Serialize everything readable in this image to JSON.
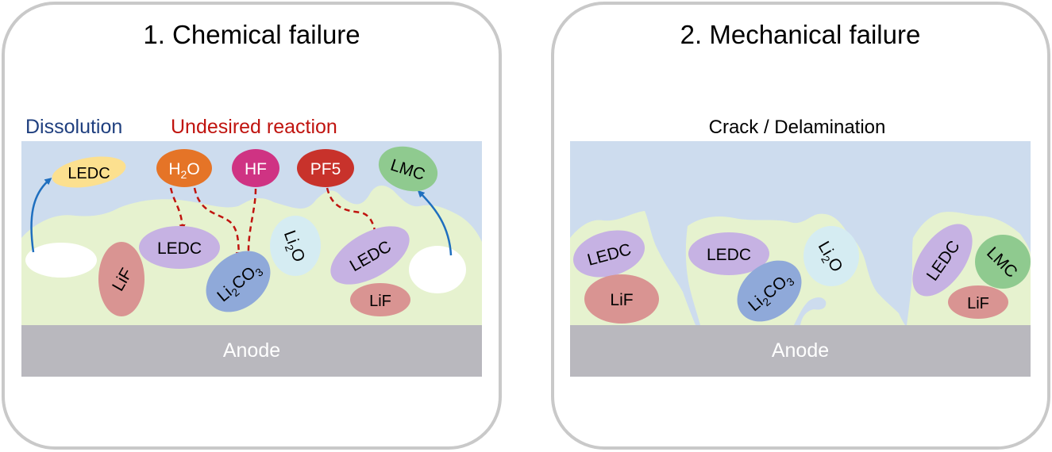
{
  "panels": [
    {
      "title": "1. Chemical failure",
      "dissolution_label": "Dissolution",
      "reaction_label": "Undesired reaction",
      "anode_label": "Anode",
      "species": {
        "ledc_dissolved": "LEDC",
        "h2o": {
          "base": "H",
          "sub": "2",
          "tail": "O"
        },
        "hf": "HF",
        "pf5": "PF5",
        "lmc": "LMC",
        "ledc_mid": "LEDC",
        "lif_left": "LiF",
        "li2co3": {
          "base": "Li",
          "sub": "2",
          "tail": "CO",
          "sub2": "3"
        },
        "li2o": {
          "base": "Li",
          "sub": "2",
          "tail": "O"
        },
        "ledc_right": "LEDC",
        "lif_right": "LiF"
      }
    },
    {
      "title": "2. Mechanical failure",
      "crack_label": "Crack / Delamination",
      "anode_label": "Anode",
      "species": {
        "ledc_left": "LEDC",
        "lif_left": "LiF",
        "ledc_mid": "LEDC",
        "li2co3": {
          "base": "Li",
          "sub": "2",
          "tail": "CO",
          "sub2": "3"
        },
        "li2o": {
          "base": "Li",
          "sub": "2",
          "tail": "O"
        },
        "ledc_right": "LEDC",
        "lmc": "LMC",
        "lif_right": "LiF"
      }
    }
  ],
  "colors": {
    "electrolyte": "#cddcee",
    "sei": "#e6f2cf",
    "anode": "#b9b8be",
    "panel_border": "#c9c9c9",
    "dissolution_text": "#1f3f7f",
    "reaction_text": "#c0140f",
    "blue_arrow": "#1f6fbf",
    "red_arrow": "#c0140f",
    "ledc": "#c6b2e3",
    "ledc_dissolved": "#fce08f",
    "lif": "#d99492",
    "li2co3": "#8fa9d9",
    "li2o": "#d5ecf2",
    "lmc": "#8fca8f",
    "h2o": "#e57427",
    "hf": "#cf3383",
    "pf5": "#c8322b"
  }
}
